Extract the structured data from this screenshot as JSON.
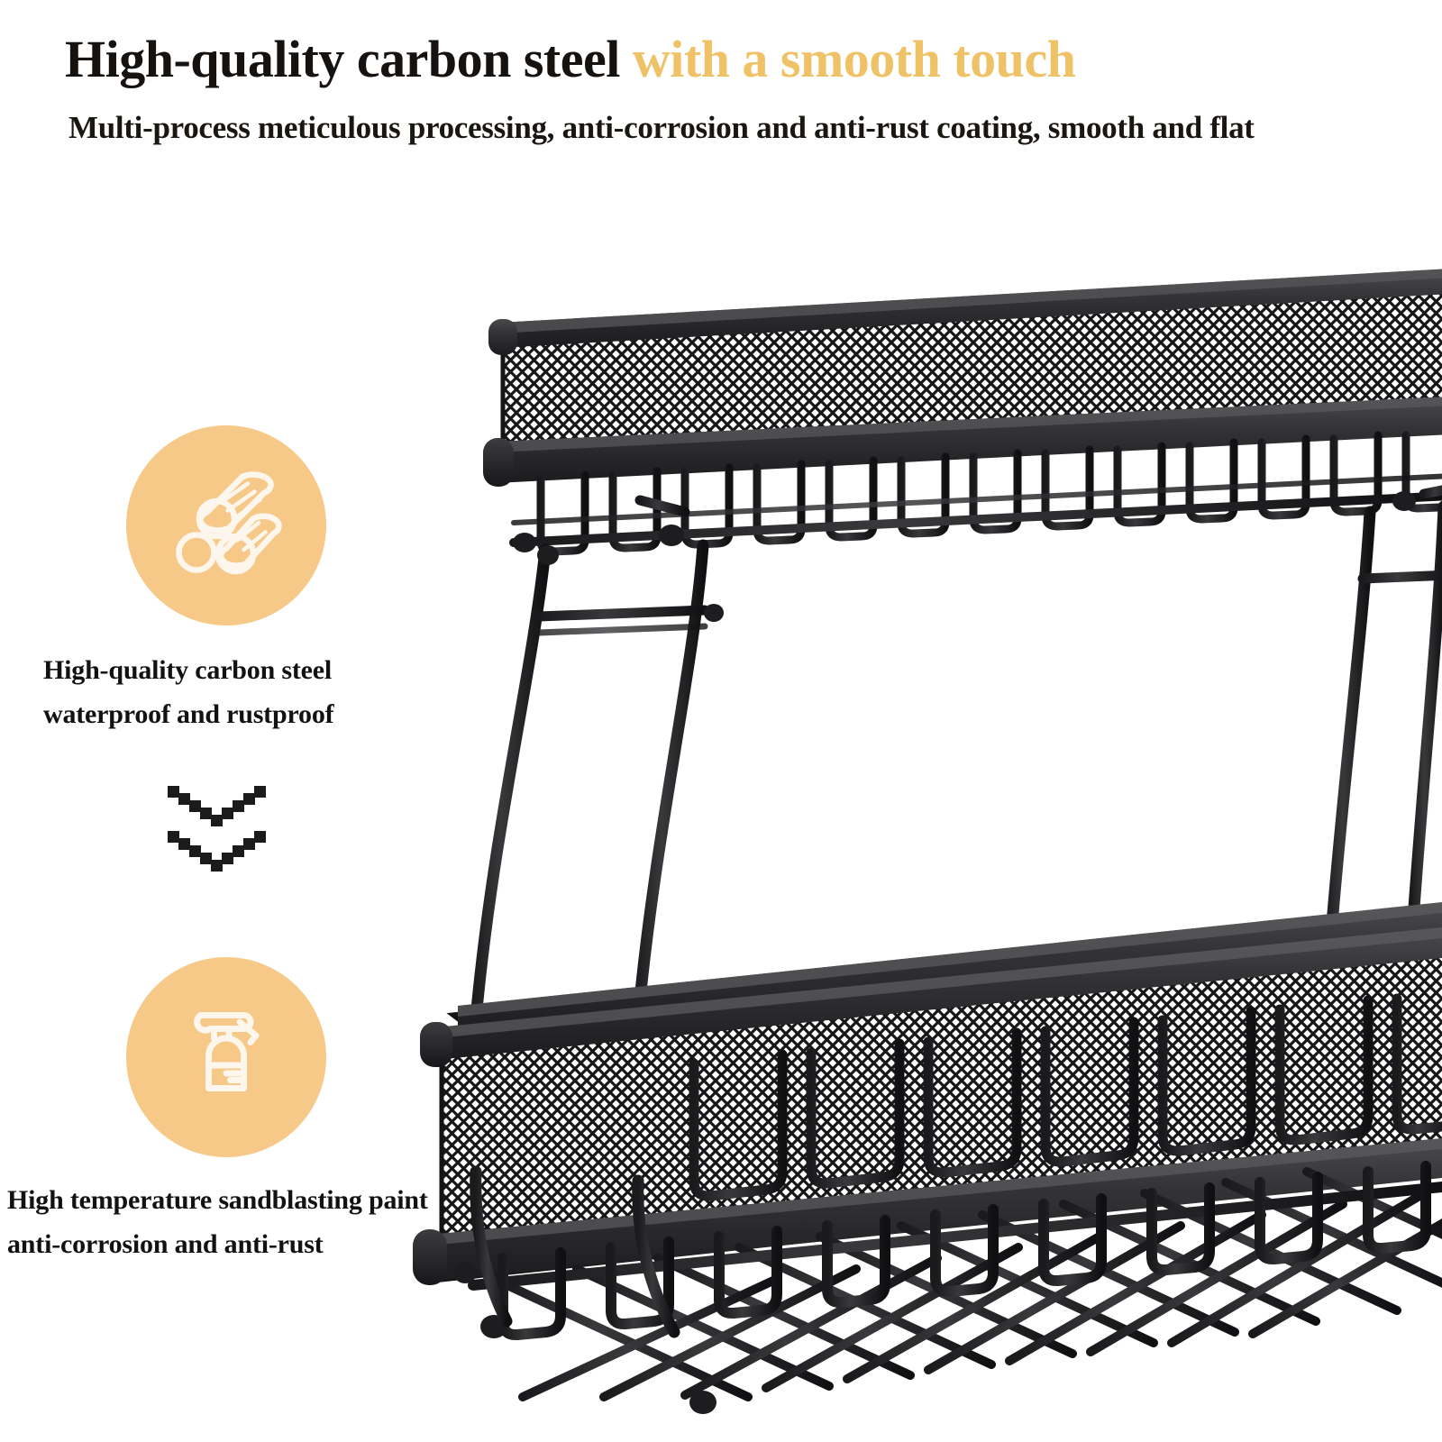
{
  "header": {
    "headline_primary": "High-quality carbon steel",
    "headline_accent": "with a smooth touch",
    "subtitle": "Multi-process meticulous processing, anti-corrosion and anti-rust coating, smooth and flat"
  },
  "features": [
    {
      "icon": "steel-pipes-icon",
      "caption_line1": "High-quality carbon steel",
      "caption_line2": "waterproof and rustproof"
    },
    {
      "icon": "spray-bottle-icon",
      "caption_line1": "High temperature sandblasting paint",
      "caption_line2": "anti-corrosion and anti-rust"
    }
  ],
  "divider": {
    "icon": "double-chevron-down-icon"
  },
  "product": {
    "name": "two-tier-black-metal-mesh-basket-stand",
    "tiers": [
      "upper-mesh-basket",
      "lower-mesh-basket"
    ],
    "parts": [
      "top-rim",
      "mesh-band",
      "bottom-rim",
      "wire-ribs",
      "curved-support-legs",
      "crossbar",
      "wire-grid-base",
      "wire-feet"
    ]
  },
  "colors": {
    "accent_gold": "#efc267",
    "badge_fill": "#f6c989",
    "icon_white": "#fdf6ec",
    "text_dark": "#141210",
    "metal_dark": "#1b1b1b",
    "metal_mid": "#3a3a3a",
    "background": "#ffffff"
  }
}
